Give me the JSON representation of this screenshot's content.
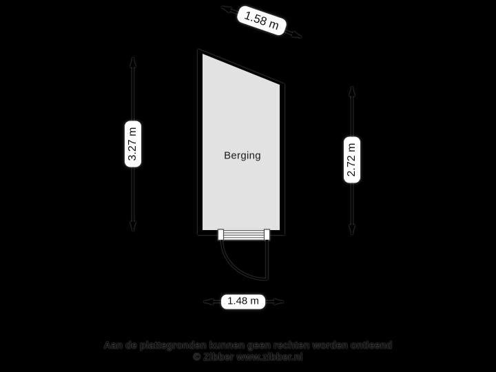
{
  "theme": {
    "bg": "#000000",
    "wall": "#000000",
    "floor": "#e2e2e2",
    "line": "#000000",
    "label-bg": "#ffffff",
    "label-text": "#111111"
  },
  "floorplan": {
    "room_label": "Berging",
    "dimensions": {
      "top": "1.58 m",
      "left": "3.27 m",
      "right": "2.72 m",
      "bottom": "1.48 m"
    }
  },
  "footer": {
    "disclaimer": "Aan de plattegronden kunnen geen rechten worden ontleend",
    "copyright": "© Zibber www.zibber.nl"
  }
}
